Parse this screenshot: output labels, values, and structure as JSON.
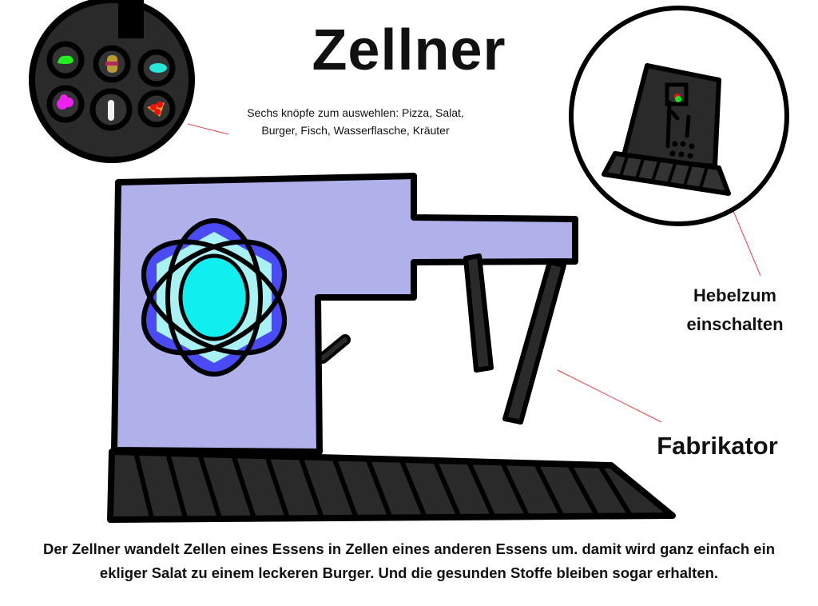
{
  "title": "Zellner",
  "buttons_note": "Sechs knöpfe zum auswehlen: Pizza, Salat, Burger, Fisch, Wasserflasche, Kräuter",
  "lever_label_line1": "Hebelzum",
  "lever_label_line2": "einschalten",
  "fabricator_label": "Fabrikator",
  "description_line1": "Der Zellner wandelt Zellen eines Essens in Zellen eines anderen Essens um. damit wird ganz einfach ein",
  "description_line2": "ekliger Salat zu einem leckeren Burger. Und die gesunden Stoffe bleiben sogar erhalten.",
  "colors": {
    "body": "#b0b0ea",
    "atom_orbit": "#4b4bf5",
    "atom_core": "#10eef0",
    "atom_inner": "#a8f2f4",
    "dark": "#2a2a2a",
    "annotation_line": "#e84040"
  },
  "buttons": [
    "herbs-icon",
    "burger-icon",
    "fish-icon",
    "salad-icon",
    "water-bottle-icon",
    "pizza-icon"
  ]
}
